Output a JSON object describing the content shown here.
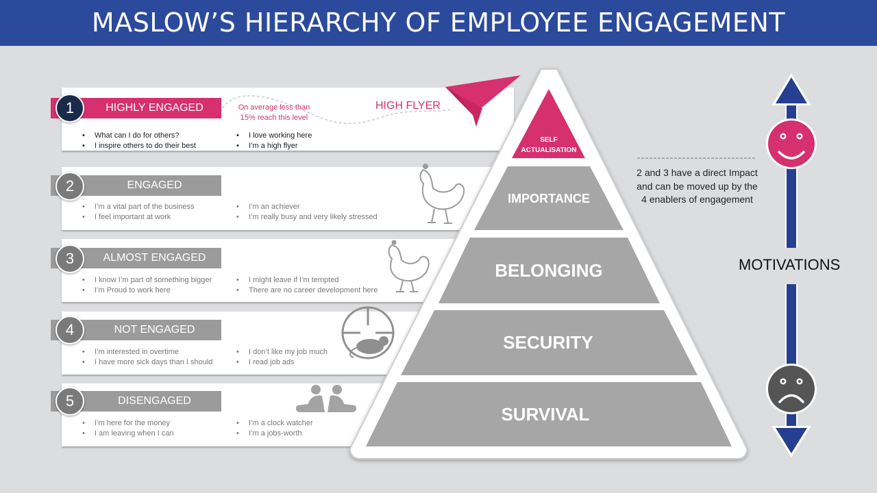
{
  "title": "MASLOW’S HIERARCHY OF EMPLOYEE ENGAGEMENT",
  "colors": {
    "title_bar": "#2b4a9c",
    "accent_pink": "#d6306e",
    "pyramid_grey": "#a6a6a6",
    "arrow_navy": "#263f91"
  },
  "levels": [
    {
      "number": "1",
      "label": "HIGHLY ENGAGED",
      "left_bullets": [
        "What can I do for others?",
        "I inspire others to do their best"
      ],
      "right_bullets": [
        "I love working here",
        "I’m a high flyer"
      ],
      "icon": "paper-plane-icon"
    },
    {
      "number": "2",
      "label": "ENGAGED",
      "left_bullets": [
        "I’m a vital part of the business",
        "I feel important at work"
      ],
      "right_bullets": [
        "I’m an achiever",
        "I’m really busy and very likely stressed"
      ],
      "icon": "chicken-icon"
    },
    {
      "number": "3",
      "label": "ALMOST ENGAGED",
      "left_bullets": [
        "I know I’m part of something bigger",
        "I’m Proud to work here"
      ],
      "right_bullets": [
        "I might leave if I’m tempted",
        "There are no career development here"
      ],
      "icon": "chicken-icon"
    },
    {
      "number": "4",
      "label": "NOT ENGAGED",
      "left_bullets": [
        "I’m interested in overtime",
        "I have more sick days than I should"
      ],
      "right_bullets": [
        "I don’t like my job much",
        "I read job ads"
      ],
      "icon": "rat-in-crosshair-icon"
    },
    {
      "number": "5",
      "label": "DISENGAGED",
      "left_bullets": [
        "I’m here for the money",
        "I am leaving when I can"
      ],
      "right_bullets": [
        "I’m a clock watcher",
        "I’m a jobs-worth"
      ],
      "icon": "people-back-to-back-icon"
    }
  ],
  "annotation_top": "On average less than\n15% reach this level",
  "annotation_top_line1": "On average less than",
  "annotation_top_line2": "15% reach this level",
  "high_flyer": "HIGH FLYER",
  "pyramid": {
    "tiers": [
      "SELF ACTUALISATION",
      "IMPORTANCE",
      "BELONGING",
      "SECURITY",
      "SURVIVAL"
    ],
    "top_line1": "SELF",
    "top_line2": "ACTUALISATION"
  },
  "side_note": "2 and 3 have a direct Impact and can be moved up by the 4 enablers of engagement",
  "motivations_label": "MOTIVATIONS",
  "icons": {
    "happy": "happy-face-icon",
    "sad": "sad-face-icon",
    "up": "arrow-up-icon",
    "down": "arrow-down-icon"
  }
}
